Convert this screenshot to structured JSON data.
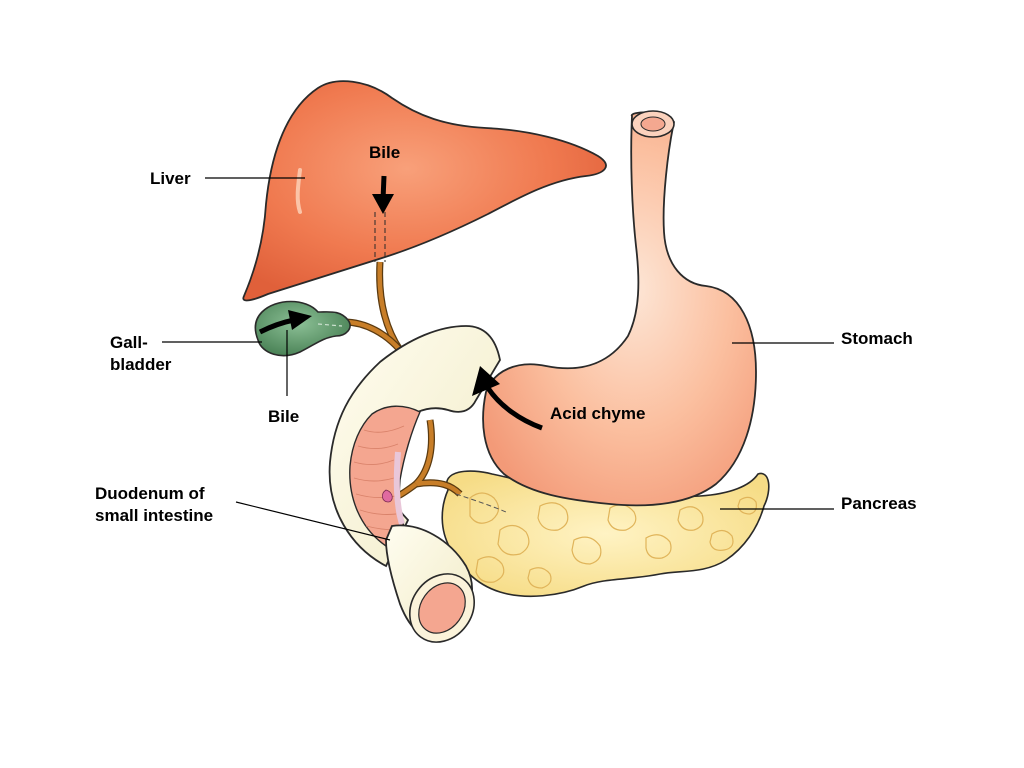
{
  "labels": {
    "liver": "Liver",
    "bile_top": "Bile",
    "gallbladder_line1": "Gall-",
    "gallbladder_line2": "bladder",
    "bile_bottom": "Bile",
    "duodenum_line1": "Duodenum of",
    "duodenum_line2": "small intestine",
    "stomach": "Stomach",
    "acid_chyme": "Acid chyme",
    "pancreas": "Pancreas"
  },
  "colors": {
    "liver": "#f07a50",
    "gallbladder": "#5e9a6a",
    "stomach": "#f9a98a",
    "pancreas": "#fbe49a",
    "duodenum": "#fbf6de",
    "duct": "#c87e28",
    "duodenum_lumen": "#f4a690"
  }
}
